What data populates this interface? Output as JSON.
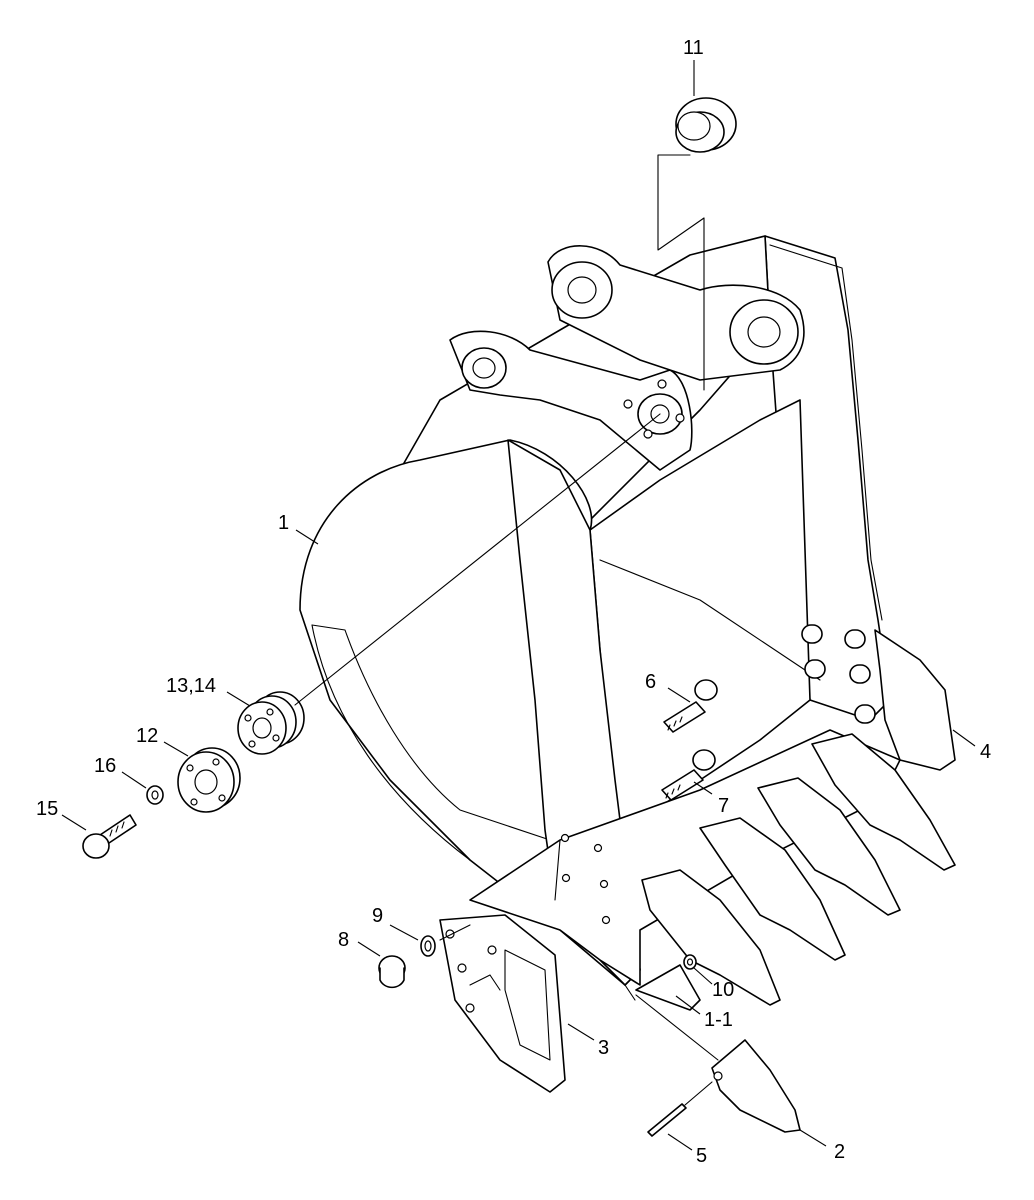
{
  "callouts": {
    "c1": "1",
    "c1_1": "1-1",
    "c2": "2",
    "c3": "3",
    "c4": "4",
    "c5": "5",
    "c6": "6",
    "c7": "7",
    "c8": "8",
    "c9": "9",
    "c10": "10",
    "c11": "11",
    "c12": "12",
    "c13_14": "13,14",
    "c15": "15",
    "c16": "16"
  }
}
